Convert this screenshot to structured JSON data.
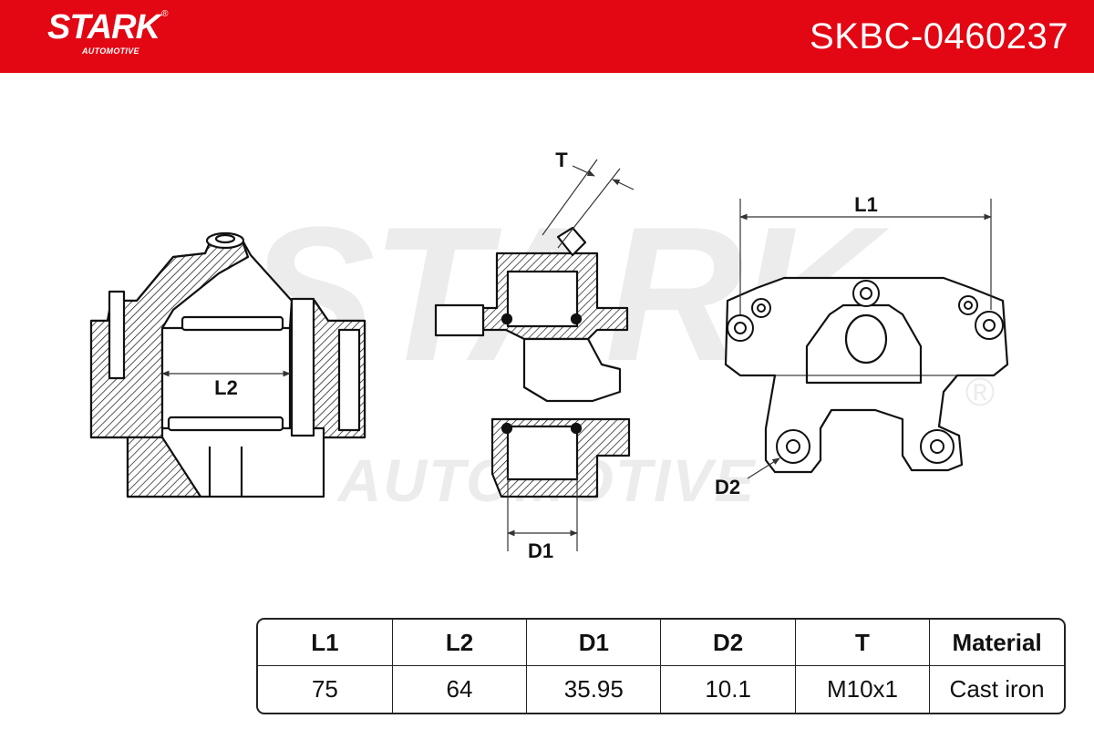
{
  "header": {
    "brand_name": "STARK",
    "brand_registered": "®",
    "brand_sub": "AUTOMOTIVE",
    "part_number": "SKBC-0460237",
    "brand_color": "#e30613"
  },
  "watermark": {
    "word_main": "STARK",
    "word_sub": "AUTOMOTIVE",
    "registered": "®"
  },
  "diagram_labels": {
    "l1": "L1",
    "l2": "L2",
    "d1": "D1",
    "d2": "D2",
    "t": "T"
  },
  "spec_table": {
    "headers": [
      "L1",
      "L2",
      "D1",
      "D2",
      "T",
      "Material"
    ],
    "values": [
      "75",
      "64",
      "35.95",
      "10.1",
      "M10x1",
      "Cast iron"
    ]
  }
}
